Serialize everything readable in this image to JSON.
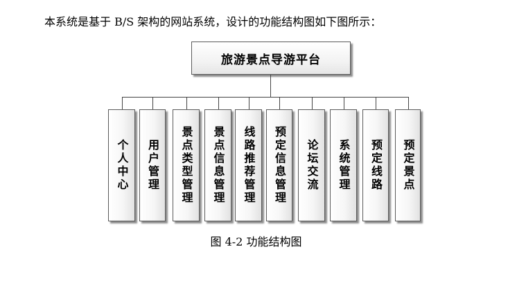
{
  "intro_text": "本系统是基于 B/S 架构的网站系统，设计的功能结构图如下图所示：",
  "diagram": {
    "root": "旅游景点导游平台",
    "children": [
      "个人中心",
      "用户管理",
      "景点类型管理",
      "景点信息管理",
      "线路推荐管理",
      "预定信息管理",
      "论坛交流",
      "系统管理",
      "预定线路",
      "预定景点"
    ]
  },
  "caption": "图 4-2 功能结构图"
}
